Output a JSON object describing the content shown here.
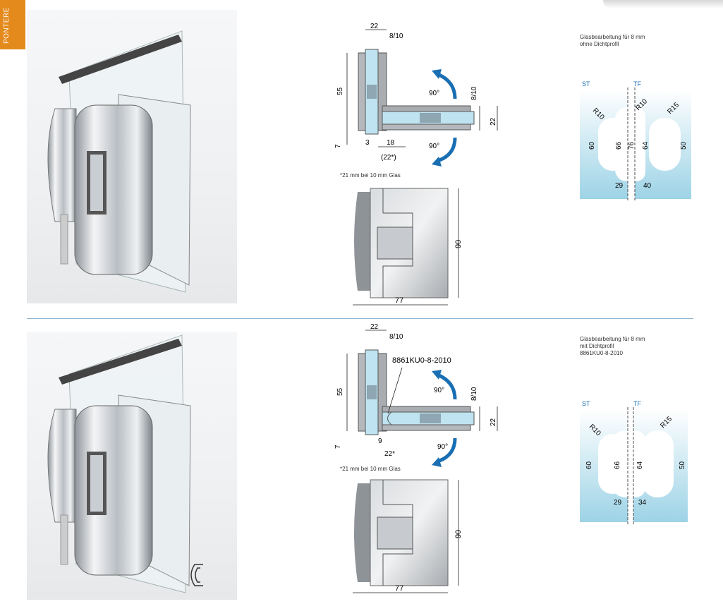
{
  "side_tab": "PONTERE",
  "section1": {
    "note_title_line1": "Glasbearbeitung für 8 mm",
    "note_title_line2": "ohne Dichtprofil",
    "footnote": "*21 mm bei 10 mm Glas",
    "dims": {
      "d22top": "22",
      "d810top": "8/10",
      "d55": "55",
      "d7": "7",
      "d3": "3",
      "d18": "18",
      "d22star": "(22*)",
      "a90top": "90°",
      "a90bot": "90°",
      "d810right": "8/10",
      "d22right": "22",
      "d90": "90",
      "d77": "77"
    },
    "cutout": {
      "st": "ST",
      "tf": "TF",
      "r10a": "R10",
      "r10b": "R10",
      "r15": "R15",
      "d60": "60",
      "d66": "66",
      "d76": "76",
      "d64": "64",
      "d50": "50",
      "d29": "29",
      "d40": "40"
    }
  },
  "section2": {
    "note_title_line1": "Glasbearbeitung für 8 mm",
    "note_title_line2": "mit Dichtprofil",
    "note_title_line3": "8861KU0-8-2010",
    "footnote": "*21 mm bei 10 mm Glas",
    "part_label": "8861KU0-8-2010",
    "dims": {
      "d22top": "22",
      "d810top": "8/10",
      "d55": "55",
      "d7": "7",
      "d9": "9",
      "d22star": "22*",
      "a90top": "90°",
      "a90bot": "90°",
      "d810right": "8/10",
      "d22right": "22",
      "d90": "90",
      "d77": "77"
    },
    "cutout": {
      "st": "ST",
      "tf": "TF",
      "r10": "R10",
      "r15": "R15",
      "d60": "60",
      "d66": "66",
      "d64": "64",
      "d50": "50",
      "d29": "29",
      "d34": "34"
    }
  },
  "colors": {
    "accent": "#e48a1c",
    "divider": "#8ab4d4",
    "glass": "#bfe3f0",
    "arrow": "#1a6fb3"
  }
}
